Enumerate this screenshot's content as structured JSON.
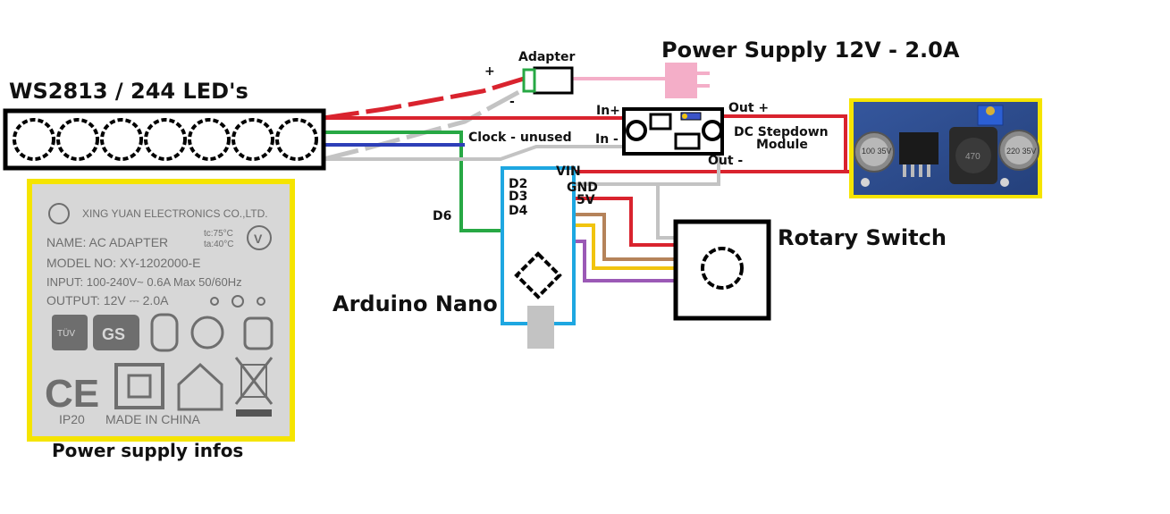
{
  "titles": {
    "led_strip": "WS2813 / 244 LED's",
    "power_supply": "Power Supply 12V - 2.0A",
    "rotary_switch": "Rotary Switch",
    "arduino": "Arduino Nano",
    "psu_infos": "Power supply infos"
  },
  "labels": {
    "adapter": "Adapter",
    "plus": "+",
    "minus": "-",
    "in_plus": "In+",
    "in_minus": "In -",
    "out_plus": "Out +",
    "out_minus": "Out -",
    "stepdown_line1": "DC Stepdown",
    "stepdown_line2": "Module",
    "clock": "Clock - unused",
    "d6": "D6",
    "vin": "VIN",
    "gnd": "GND",
    "v5": "5V",
    "d2": "D2",
    "d3": "D3",
    "d4": "D4"
  },
  "psu_label": {
    "maker": "XING YUAN ELECTRONICS CO.,LTD.",
    "name": "NAME: AC ADAPTER",
    "temp1": "tc:75°C",
    "temp2": "ta:40°C",
    "model": "MODEL NO: XY-1202000-E",
    "input": "INPUT: 100-240V~ 0.6A Max 50/60Hz",
    "output": "OUTPUT: 12V ⎓ 2.0A",
    "v_mark": "V",
    "ce_mark": "CE",
    "tuv_mark": "TÜV",
    "gs_mark": "GS",
    "ip": "IP20",
    "made_in": "MADE IN CHINA"
  },
  "module_photo": {
    "cap1": "100 35V",
    "cap2": "220 35V",
    "inductor": "470"
  },
  "colors": {
    "red": "#d9232e",
    "green": "#27a844",
    "blue": "#2d3fb8",
    "gray": "#c3c3c3",
    "pink": "#f4aec8",
    "brown": "#b5835a",
    "yellow": "#f1c40f",
    "purple": "#9b59b6",
    "cyan": "#1ea7e1",
    "frame_yellow": "#f5e400"
  }
}
